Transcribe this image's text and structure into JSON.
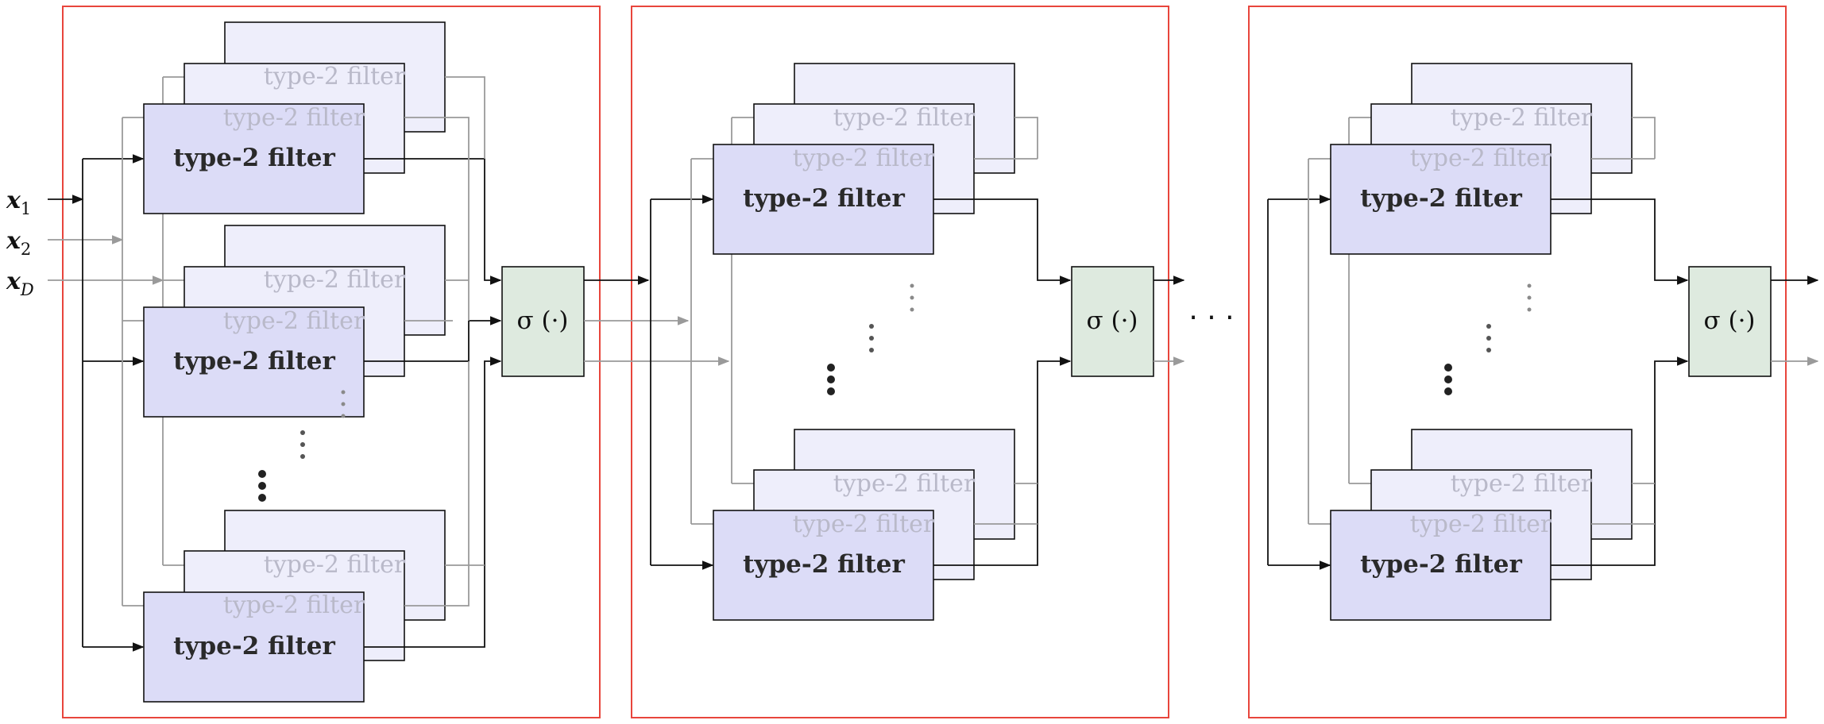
{
  "inputs": [
    {
      "main": "x",
      "sub": "1"
    },
    {
      "main": "x",
      "sub": "2"
    },
    {
      "main": "x",
      "sub": "D"
    }
  ],
  "filter_label": "type-2 filter",
  "activation_label": "σ (·)",
  "between_layers_ellipsis": "· · ·",
  "colors": {
    "layer_frame": "#e8453c",
    "filter_front_fill": "#dcdcf7",
    "filter_back_fill": "#eeeefb",
    "activation_fill": "#deeadf",
    "primary_wire": "#111111",
    "secondary_wire": "#9a9a9a"
  }
}
